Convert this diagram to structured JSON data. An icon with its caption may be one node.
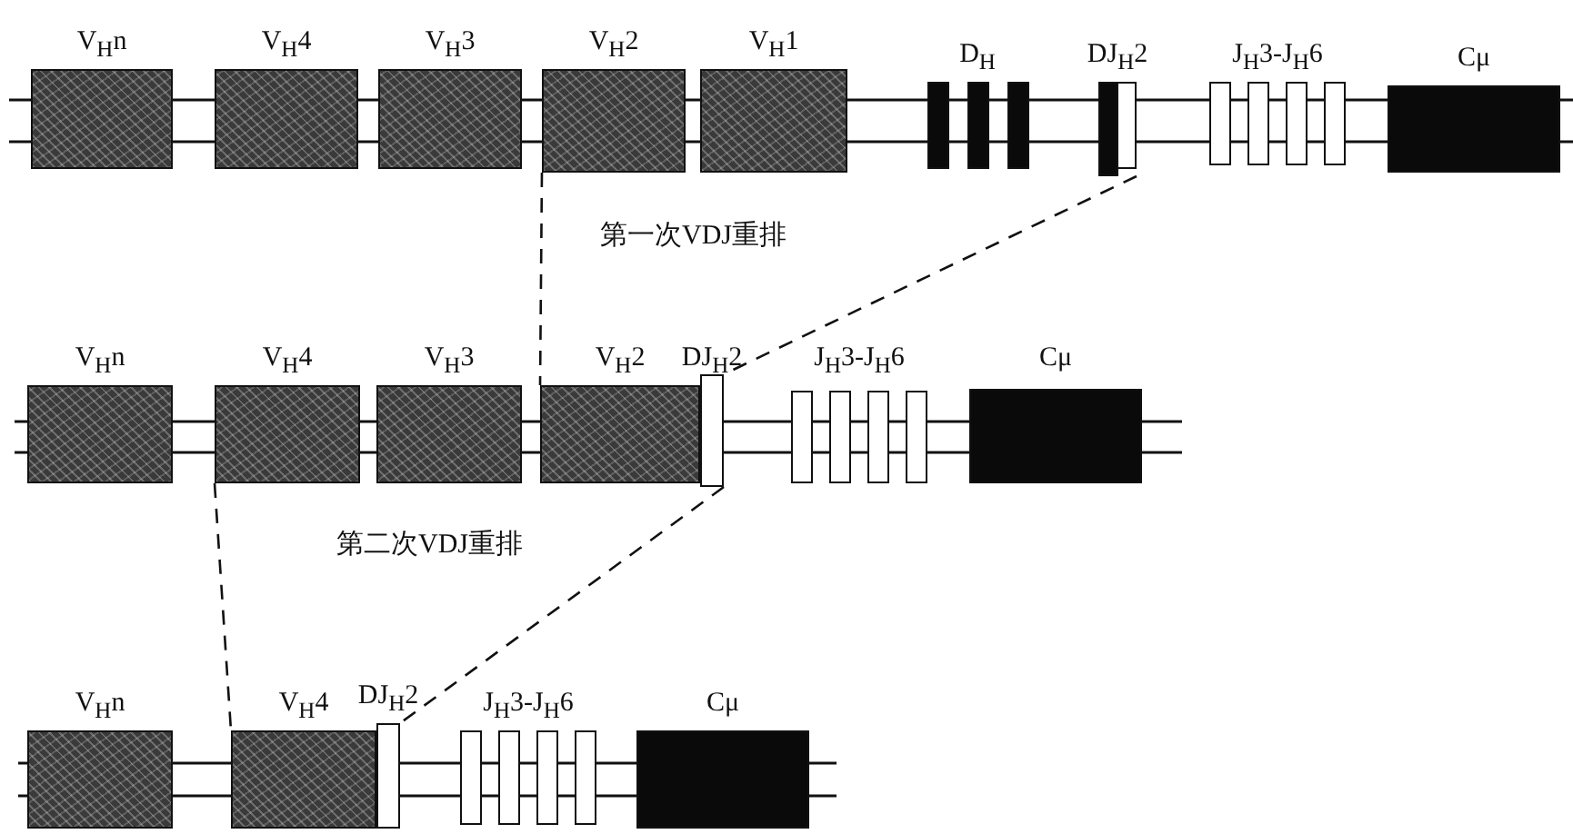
{
  "diagram": {
    "nodes": [
      {
        "text": [
          "V$_{H}$n"
        ]
      },
      {
        "text": [
          "V$_{H}$4"
        ]
      },
      {
        "text": [
          "V$_{H}$3"
        ]
      },
      {
        "text": [
          "V$_{H}$2"
        ]
      },
      {
        "text": [
          "V$_{H}$1"
        ]
      },
      {
        "text": [
          "D$_{H}$"
        ]
      },
      {
        "text": [
          "DJ$_{H}$2"
        ]
      },
      {
        "text": [
          "J$_{H}$3-J$_{H}$6"
        ]
      },
      {
        "text": [
          "Cμ"
        ]
      },
      {
        "text": [
          "V$_{H}$n"
        ]
      },
      {
        "text": [
          "V$_{H}$4"
        ]
      },
      {
        "text": [
          "V$_{H}$3"
        ]
      },
      {
        "text": [
          "V$_{H}$2"
        ]
      },
      {
        "text": [
          "DJ$_{H}$2"
        ]
      },
      {
        "text": [
          "J$_{H}$3-J$_{H}$6"
        ]
      },
      {
        "text": [
          "Cμ"
        ]
      },
      {
        "text": [
          "V$_{H}$n"
        ]
      },
      {
        "text": [
          "V$_{H}$4"
        ]
      },
      {
        "text": [
          "DJ$_{H}$2"
        ]
      },
      {
        "text": [
          "J$_{H}$3-J$_{H}$6"
        ]
      },
      {
        "text": [
          "Cμ"
        ]
      }
    ],
    "edges": [
      {
        "from": 3,
        "to": 12,
        "arrow": "none",
        "style": "dashed"
      },
      {
        "from": 6,
        "to": 13,
        "arrow": "none",
        "style": "dashed"
      },
      {
        "from": 10,
        "to": 17,
        "arrow": "none",
        "style": "dashed"
      },
      {
        "from": 13,
        "to": 18,
        "arrow": "none",
        "style": "dashed"
      }
    ],
    "labels": [
      "第一次VDJ重排",
      "第二次VDJ重排"
    ]
  }
}
